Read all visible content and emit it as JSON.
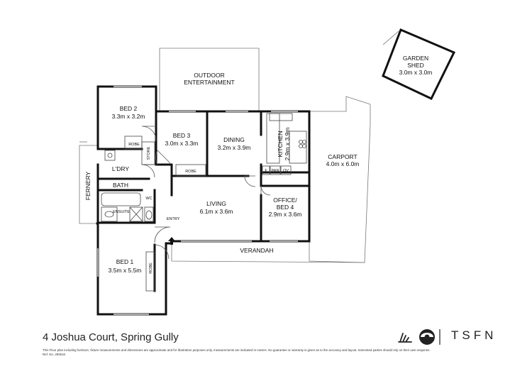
{
  "address": "4 Joshua Court, Spring Gully",
  "disclaimer": "This Floor plan including furniture, fixture measurements and dimensions are approximate and for illustration purposes only, measurements are indicated in meters. No guarantee or warranty is given as to the accuracy and layout. Interested parties should rely on their own enquiries.",
  "reference": "Ref. No. 250616",
  "brand": {
    "wordmark": "TSFN",
    "logo_icon": "tsfn-logo-icon",
    "mark_icon": "plant-mark-icon"
  },
  "rooms": {
    "garden_shed": {
      "name_line1": "GARDEN",
      "name_line2": "SHED",
      "size": "3.0m x 3.0m"
    },
    "outdoor_entertainment": {
      "name_line1": "OUTDOOR",
      "name_line2": "ENTERTAINMENT"
    },
    "bed2": {
      "name": "BED 2",
      "size": "3.3m x 3.2m"
    },
    "bed3": {
      "name": "BED 3",
      "size": "3.0m x 3.3m"
    },
    "dining": {
      "name": "DINING",
      "size": "3.2m x 3.9m"
    },
    "kitchen": {
      "name": "KITCHEN",
      "size": "2.9m x 3.9m"
    },
    "carport": {
      "name": "CARPORT",
      "size": "4.0m x 6.0m"
    },
    "laundry": {
      "name": "L'DRY"
    },
    "bath": {
      "name": "BATH"
    },
    "wc": {
      "name": "WC"
    },
    "ensuite": {
      "name": "ENSUITE"
    },
    "fernery": {
      "name": "FERNERY"
    },
    "living": {
      "name": "LIVING",
      "size": "6.1m x 3.6m"
    },
    "office_bed4": {
      "name_line1": "OFFICE/",
      "name_line2": "BED 4",
      "size": "2.9m x 3.6m"
    },
    "entry": {
      "name": "ENTRY"
    },
    "verandah": {
      "name": "VERANDAH"
    },
    "bed1": {
      "name": "BED 1",
      "size": "3.5m x 5.5m"
    }
  },
  "fixtures": {
    "robe": "ROBE",
    "store": "STORE",
    "fridge": "F",
    "pantry": "PAN",
    "oven": "OV"
  }
}
